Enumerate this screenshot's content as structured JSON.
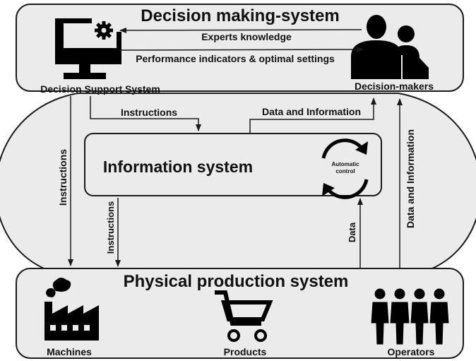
{
  "decision_system": {
    "title": "Decision making-system",
    "dss_label": "Decision Support System",
    "makers_label": "Decision-makers",
    "arrow_top": "Experts knowledge",
    "arrow_bottom": "Performance indicators & optimal settings",
    "dss_icon": "computer-gear-icon",
    "makers_icon": "people-icon"
  },
  "information_system": {
    "title": "Information system",
    "automatic_control": [
      "Automatic",
      "control"
    ],
    "cycle_icon": "refresh-cycle-icon"
  },
  "production_system": {
    "title": "Physical production system",
    "machines_label": "Machines",
    "products_label": "Products",
    "operators_label": "Operators",
    "machines_icon": "factory-icon",
    "products_icon": "shopping-cart-icon",
    "operators_icon": "workers-icon"
  },
  "flows": {
    "instructions": "Instructions",
    "data_and_information": "Data and Information",
    "data": "Data"
  }
}
